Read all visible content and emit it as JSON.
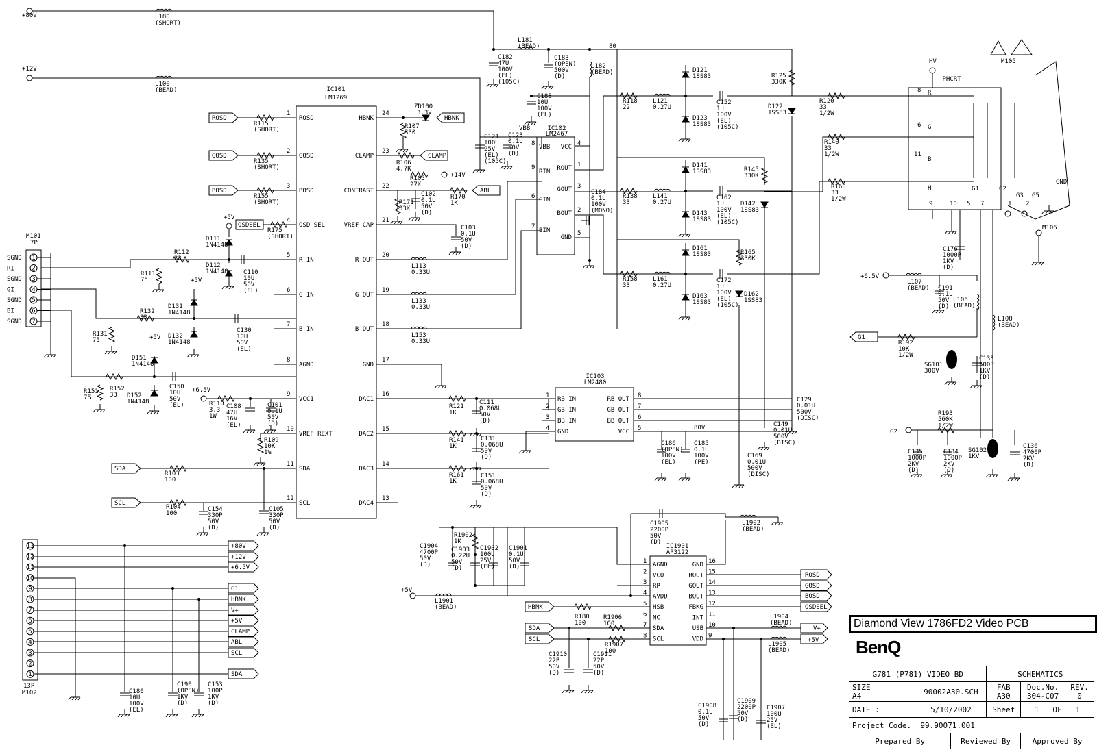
{
  "rails": {
    "v80": "+80V",
    "v12": "+12V",
    "v65": "+6.5V",
    "v5a": "+5V",
    "v5b": "+5V",
    "v5c": "+5V",
    "v5d": "+5V",
    "v14": "+14V",
    "v80b": "80V",
    "n80": "80",
    "vbb": "VBB",
    "hv": "HV",
    "gnd": "GND"
  },
  "chips": {
    "ic101": {
      "ref": "IC101",
      "part": "LM1269",
      "left": [
        "ROSD",
        "GOSD",
        "BOSD",
        "OSD SEL",
        "R IN",
        "G IN",
        "B IN",
        "AGND",
        "VCC1",
        "VREF REXT",
        "SDA",
        "SCL"
      ],
      "leftPins": [
        "1",
        "2",
        "3",
        "4",
        "5",
        "6",
        "7",
        "8",
        "9",
        "10",
        "11",
        "12"
      ],
      "right": [
        "HBNK",
        "CLAMP",
        "CONTRAST",
        "VREF CAP",
        "R OUT",
        "G OUT",
        "B OUT",
        "GND",
        "DAC1",
        "DAC2",
        "DAC3",
        "DAC4"
      ],
      "rightPins": [
        "24",
        "23",
        "22",
        "21",
        "20",
        "19",
        "18",
        "17",
        "16",
        "15",
        "14",
        "13"
      ]
    },
    "ic102": {
      "ref": "IC102",
      "part": "LM2467",
      "pins": [
        "VBB",
        "VCC",
        "RIN",
        "ROUT",
        "GIN",
        "GOUT",
        "BOUT",
        "BIN",
        "GND"
      ],
      "nums": [
        "8",
        "4",
        "9",
        "1",
        "6",
        "3",
        "2",
        "7",
        "5"
      ]
    },
    "ic103": {
      "ref": "IC103",
      "part": "LM2480",
      "left": [
        "RB IN",
        "GB IN",
        "BB IN",
        "GND"
      ],
      "right": [
        "RB OUT",
        "GB OUT",
        "BB OUT",
        "VCC"
      ],
      "lnums": [
        "1",
        "2",
        "3",
        "4"
      ],
      "rnums": [
        "8",
        "7",
        "6",
        "5"
      ]
    },
    "ic1901": {
      "ref": "IC1901",
      "part": "AP3122",
      "left": [
        "AGND",
        "VCO",
        "RP",
        "AVDD",
        "HSB",
        "NC",
        "SDA",
        "SCL"
      ],
      "right": [
        "GND",
        "ROUT",
        "GOUT",
        "BOUT",
        "FBKG",
        "INT",
        "USB",
        "VDD"
      ],
      "lnums": [
        "1",
        "2",
        "3",
        "4",
        "5",
        "6",
        "7",
        "8"
      ],
      "rnums": [
        "16",
        "15",
        "14",
        "13",
        "12",
        "11",
        "10",
        "9"
      ]
    }
  },
  "connectors": {
    "m101": {
      "ref": "M101",
      "type": "7P",
      "labels": [
        "SGND",
        "RI",
        "SGND",
        "GI",
        "SGND",
        "BI",
        "SGND"
      ],
      "pins": [
        "1",
        "2",
        "3",
        "4",
        "5",
        "6",
        "7"
      ]
    },
    "m102": {
      "ref": "M102",
      "type": "13P",
      "pins": [
        "13",
        "12",
        "11",
        "10",
        "9",
        "8",
        "7",
        "6",
        "5",
        "4",
        "3",
        "2",
        "1"
      ]
    }
  },
  "tags": {
    "rosd": "ROSD",
    "gosd": "GOSD",
    "bosd": "BOSD",
    "osdsel": "OSDSEL",
    "hbnk": "HBNK",
    "clamp": "CLAMP",
    "abl": "ABL",
    "sda": "SDA",
    "scl": "SCL",
    "g1": "G1",
    "g2": "G2",
    "vplus": "V+",
    "p5v": "+5V",
    "m102tags": [
      "+80V",
      "+12V",
      "+6.5V",
      "G1",
      "HBNK",
      "V+",
      "+5V",
      "CLAMP",
      "ABL",
      "SCL",
      "SDA"
    ]
  },
  "parts": {
    "l180": [
      "L180",
      "(SHORT)"
    ],
    "l100": [
      "L100",
      "(BEAD)"
    ],
    "l181": [
      "L181",
      "(BEAD)"
    ],
    "c182": [
      "C182",
      "47U",
      "100V",
      "(EL)",
      "(105C)"
    ],
    "c183": [
      "C183",
      "(OPEN)",
      "500V",
      "(D)"
    ],
    "l182": [
      "L182",
      "(BEAD)"
    ],
    "c188": [
      "C188",
      "10U",
      "100V",
      "(EL)"
    ],
    "r115": [
      "R115",
      "(SHORT)"
    ],
    "r135": [
      "R135",
      "(SHORT)"
    ],
    "r155": [
      "R155",
      "(SHORT)"
    ],
    "r175": [
      "R175",
      "(SHORT)"
    ],
    "zd100": [
      "ZD100",
      "3.3V"
    ],
    "r107": [
      "R107",
      "330"
    ],
    "c121": [
      "C121",
      "100U",
      "25V",
      "(EL)",
      "(105C)"
    ],
    "c123": [
      "C123",
      "0.1U",
      "50V",
      "(D)"
    ],
    "r106": [
      "R106",
      "4.7K"
    ],
    "r105": [
      "R105",
      "27K"
    ],
    "r171": [
      "R171",
      "33K"
    ],
    "c102": [
      "C102",
      "0.1U",
      "50V",
      "(D)"
    ],
    "r170": [
      "R170",
      "1K"
    ],
    "c103": [
      "C103",
      "0.1U",
      "50V",
      "(D)"
    ],
    "d111": [
      "D111",
      "1N4148"
    ],
    "d112": [
      "D112",
      "1N4148"
    ],
    "c110": [
      "C110",
      "10U",
      "50V",
      "(EL)"
    ],
    "r111": [
      "R111",
      "75"
    ],
    "r112": [
      "R112",
      "33"
    ],
    "d131": [
      "D131",
      "1N4148"
    ],
    "d132": [
      "D132",
      "1N4148"
    ],
    "c130": [
      "C130",
      "10U",
      "50V",
      "(EL)"
    ],
    "r131": [
      "R131",
      "75"
    ],
    "r132": [
      "R132",
      "33"
    ],
    "d151": [
      "D151",
      "1N4148"
    ],
    "d152": [
      "D152",
      "1N4148"
    ],
    "c150": [
      "C150",
      "10U",
      "50V",
      "(EL)"
    ],
    "r151": [
      "R151",
      "75"
    ],
    "r152": [
      "R152",
      "33"
    ],
    "r110": [
      "R110",
      "3.3",
      "1W"
    ],
    "c108": [
      "C108",
      "47U",
      "16V",
      "(EL)"
    ],
    "c101": [
      "C101",
      "0.1U",
      "50V",
      "(D)"
    ],
    "r109": [
      "R109",
      "10K",
      "1%"
    ],
    "r103": [
      "R103",
      "100"
    ],
    "r104": [
      "R104",
      "100"
    ],
    "c154": [
      "C154",
      "330P",
      "50V",
      "(D)"
    ],
    "c105": [
      "C105",
      "330P",
      "50V",
      "(D)"
    ],
    "l113": [
      "L113",
      "0.33U"
    ],
    "l133": [
      "L133",
      "0.33U"
    ],
    "l153": [
      "L153",
      "0.33U"
    ],
    "r118": [
      "R118",
      "22"
    ],
    "l121": [
      "L121",
      "0.27U"
    ],
    "r138": [
      "R138",
      "33"
    ],
    "l141": [
      "L141",
      "0.27U"
    ],
    "r158": [
      "R158",
      "33"
    ],
    "l161": [
      "L161",
      "0.27U"
    ],
    "c184": [
      "C184",
      "0.1U",
      "100V",
      "(MONO)"
    ],
    "d121": [
      "D121",
      "1SS83"
    ],
    "d123": [
      "D123",
      "1SS83"
    ],
    "d141": [
      "D141",
      "1SS83"
    ],
    "d143": [
      "D143",
      "1SS83"
    ],
    "d161": [
      "D161",
      "1SS83"
    ],
    "d163": [
      "D163",
      "1SS83"
    ],
    "c152": [
      "C152",
      "1U",
      "100V",
      "(EL)",
      "(105C)"
    ],
    "c162": [
      "C162",
      "1U",
      "100V",
      "(EL)",
      "(105C)"
    ],
    "c172": [
      "C172",
      "1U",
      "100V",
      "(EL)",
      "(105C)"
    ],
    "r125": [
      "R125",
      "330K"
    ],
    "r145": [
      "R145",
      "330K"
    ],
    "r165": [
      "R165",
      "330K"
    ],
    "d122": [
      "D122",
      "1SS83"
    ],
    "d142": [
      "D142",
      "1SS83"
    ],
    "d162": [
      "D162",
      "1SS83"
    ],
    "r120": [
      "R120",
      "33",
      "1/2W"
    ],
    "r140": [
      "R140",
      "33",
      "1/2W"
    ],
    "r160": [
      "R160",
      "33",
      "1/2W"
    ],
    "r121": [
      "R121",
      "1K"
    ],
    "r141": [
      "R141",
      "1K"
    ],
    "r161": [
      "R161",
      "1K"
    ],
    "c111": [
      "C111",
      "0.068U",
      "50V",
      "(D)"
    ],
    "c131": [
      "C131",
      "0.068U",
      "50V",
      "(D)"
    ],
    "c151": [
      "C151",
      "0.068U",
      "50V",
      "(D)"
    ],
    "c129": [
      "C129",
      "0.01U",
      "500V",
      "(DISC)"
    ],
    "c149": [
      "C149",
      "0.01U",
      "500V",
      "(DISC)"
    ],
    "c169": [
      "C169",
      "0.01U",
      "500V",
      "(DISC)"
    ],
    "c186": [
      "C186",
      "(OPEN)",
      "100V",
      "(EL)"
    ],
    "c185": [
      "C185",
      "0.1U",
      "100V",
      "(PE)"
    ],
    "m105": "M105",
    "phcrt": "PHCRT",
    "crtpins": [
      "8",
      "R",
      "6",
      "G",
      "11",
      "B",
      "H",
      "9",
      "10",
      "5",
      "7",
      "G1",
      "G2",
      "1",
      "2",
      "G3",
      "G5"
    ],
    "c176": [
      "C176",
      "1000P",
      "1KV",
      "(D)"
    ],
    "l107": [
      "L107",
      "(BEAD)"
    ],
    "c191": [
      "C191",
      "0.1U",
      "50V",
      "(D)"
    ],
    "l106": [
      "L106",
      "(BEAD)"
    ],
    "l108": [
      "L108",
      "(BEAD)"
    ],
    "m106": "M106",
    "r192": [
      "R192",
      "10K",
      "1/2W"
    ],
    "sg101": [
      "SG101",
      "300V"
    ],
    "c133": [
      "C133",
      "500P",
      "1KV",
      "(D)"
    ],
    "r193": [
      "R193",
      "560K",
      "1/2W"
    ],
    "c135": [
      "C135",
      "1000P",
      "2KV",
      "(D)"
    ],
    "c134": [
      "C134",
      "1000P",
      "2KV",
      "(D)"
    ],
    "sg102": [
      "SG102",
      "1KV"
    ],
    "c136": [
      "C136",
      "4700P",
      "2KV",
      "(D)"
    ],
    "c1904": [
      "C1904",
      "4700P",
      "50V",
      "(D)"
    ],
    "r1902": [
      "R1902",
      "1K"
    ],
    "c1903": [
      "C1903",
      "0.22U",
      "50V",
      "(D)"
    ],
    "c1902": [
      "C1902",
      "100U",
      "25V",
      "(EL)"
    ],
    "c1901": [
      "C1901",
      "0.1U",
      "50V",
      "(D)"
    ],
    "c1905": [
      "C1905",
      "2200P",
      "50V",
      "(D)"
    ],
    "l1902": [
      "L1902",
      "(BEAD)"
    ],
    "l1901": [
      "L1901",
      "(BEAD)"
    ],
    "r180": [
      "R180",
      "100"
    ],
    "r1906": [
      "R1906",
      "100"
    ],
    "r1907": [
      "R1907",
      "100"
    ],
    "c1910": [
      "C1910",
      "22P",
      "50V",
      "(D)"
    ],
    "c1911": [
      "C1911",
      "22P",
      "50V",
      "(D)"
    ],
    "l1904": [
      "L1904",
      "(BEAD)"
    ],
    "l1905": [
      "L1905",
      "(BEAD)"
    ],
    "c1908": [
      "C1908",
      "0.1U",
      "50V",
      "(D)"
    ],
    "c1909": [
      "C1909",
      "2200P",
      "50V",
      "(D)"
    ],
    "c1907": [
      "C1907",
      "100U",
      "25V",
      "(EL)"
    ],
    "c180": [
      "C180",
      "10U",
      "100V",
      "(EL)"
    ],
    "c190": [
      "C190",
      "(OPEN)",
      "1KV",
      "(D)"
    ],
    "c153": [
      "C153",
      "100P",
      "1KV",
      "(D)"
    ]
  },
  "titleblock": {
    "title": "Diamond View 1786FD2 Video PCB",
    "logo": "BenQ",
    "board": "G781 (P781) VIDEO BD",
    "doctype": "SCHEMATICS",
    "size_lbl": "SIZE",
    "size": "A4",
    "file": "90002A30.SCH",
    "fab_lbl": "FAB",
    "fab": "A30",
    "docno_lbl": "Doc.No.",
    "docno": "304-C07",
    "rev_lbl": "REV.",
    "rev": "0",
    "date_lbl": "DATE :",
    "date": "5/10/2002",
    "sheet_lbl": "Sheet",
    "sheet": "1",
    "of": "OF",
    "sheets": "1",
    "proj_lbl": "Project Code.",
    "proj": "99.90071.001",
    "prep": "Prepared By",
    "rev_by": "Reviewed By",
    "appr": "Approved By"
  }
}
